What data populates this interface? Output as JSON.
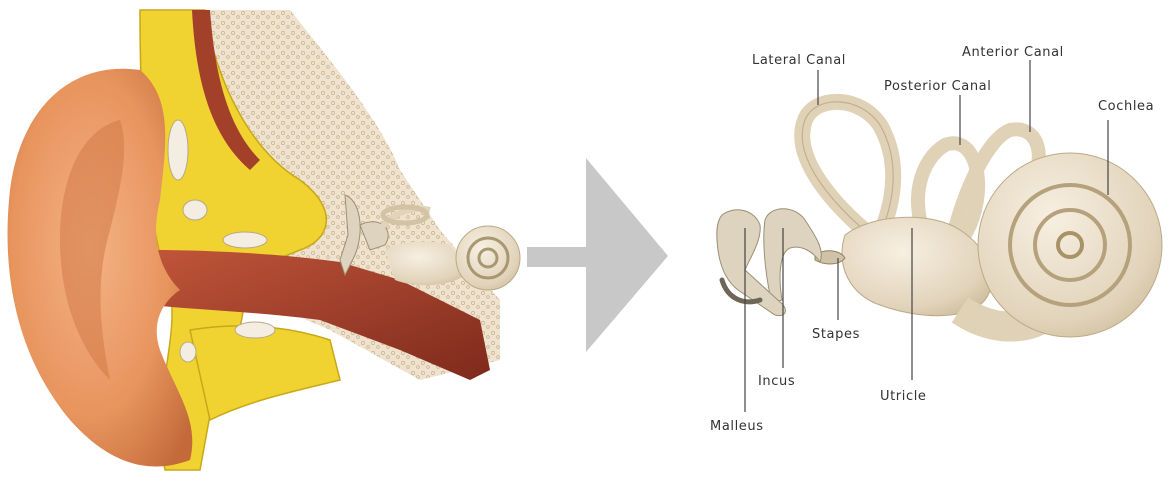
{
  "labels": {
    "lateral_canal": "Lateral Canal",
    "anterior_canal": "Anterior Canal",
    "posterior_canal": "Posterior Canal",
    "cochlea": "Cochlea",
    "stapes": "Stapes",
    "incus": "Incus",
    "utricle": "Utricle",
    "malleus": "Malleus"
  },
  "colors": {
    "skin": "#e8955e",
    "skin_dark": "#c96a3a",
    "cartilage": "#f0d230",
    "bone": "#e6d6b8",
    "canal_red": "#a2402a",
    "ossicle": "#ddd3bf",
    "arrow": "#c8c8c8"
  }
}
